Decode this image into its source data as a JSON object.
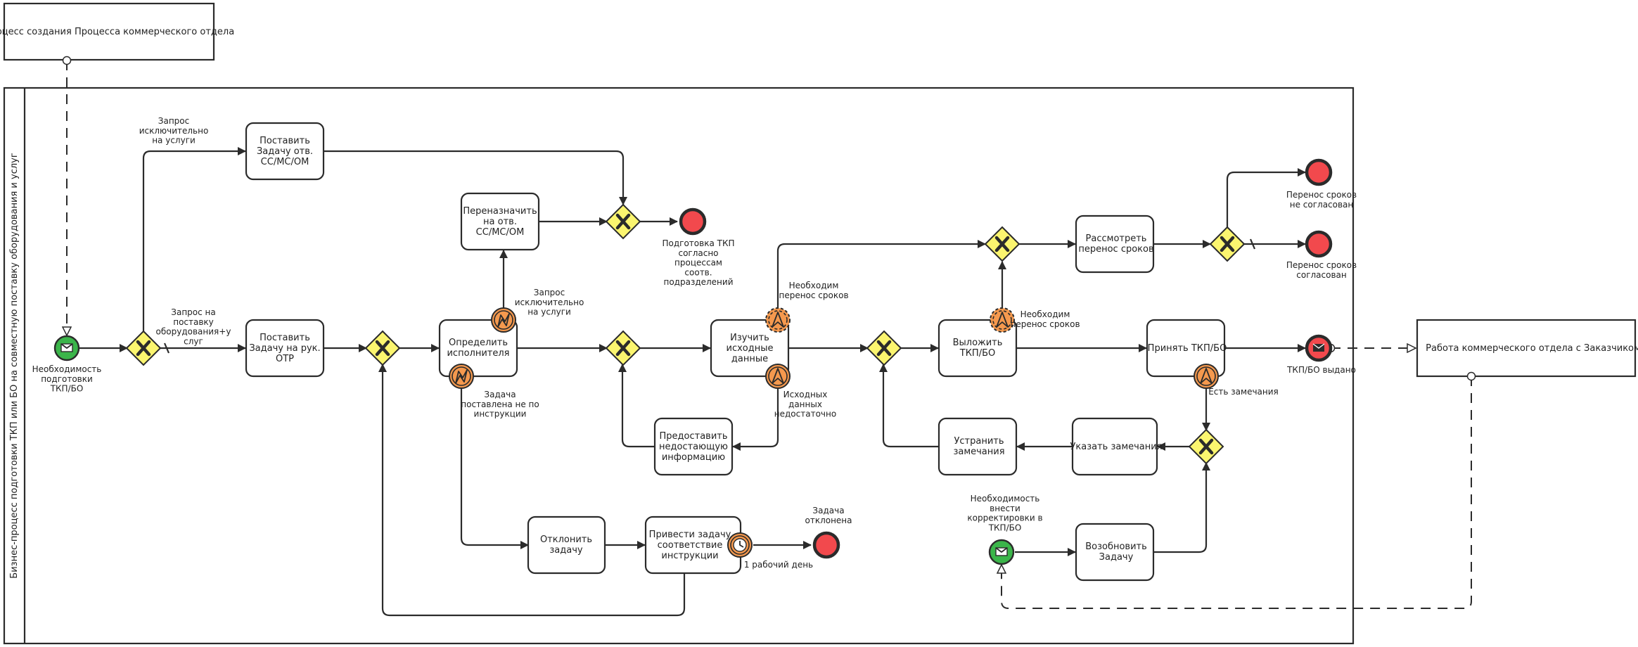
{
  "pools": {
    "top": "Процесс создания Процесса коммерческого отдела",
    "right": "Работа коммерческого отдела с Заказчиком",
    "main_lane": "Бизнес-процесс подготовки ТКП или БО на совместную поставку оборудования и услуг"
  },
  "tasks": [
    "Поставить\nЗадачу отв.\nСС/МС/ОМ",
    "Поставить\nЗадачу на рук.\nОТР",
    "Переназначить\nна отв.\nСС/МС/ОМ",
    "Определить\nисполнителя",
    "Изучить\nисходные\nданные",
    "Предоставить\nнедостающую\nинформацию",
    "Отклонить\nзадачу",
    "Привести задачу\nсоответствие\nинструкции",
    "Выложить\nТКП/БО",
    "Рассмотреть\nперенос сроков",
    "Принять ТКП/БО",
    "Устранить\nзамечания",
    "Указать замечания",
    "Возобновить\nЗадачу"
  ],
  "labels": {
    "start_need": "Необходимость\nподготовки\nТКП/БО",
    "flow_services_only": "Запрос\nисключительно\nна услуги",
    "flow_equipment_services": "Запрос на\nпоставку\nоборудования+у\nслуг",
    "end_prepared": "Подготовка ТКП\nсогласно\nпроцессам\nсоотв.\nподразделений",
    "esc_services_only": "Запрос\nисключительно\nна услуги",
    "esc_not_by_instruction": "Задача\nпоставлена не по\nинструкции",
    "esc_need_postpone_1": "Необходим\nперенос сроков",
    "esc_missing_data": "Исходных\nданных\nнедостаточно",
    "esc_need_postpone_2": "Необходим\nперенос сроков",
    "end_not_agreed": "Перенос сроков\nне согласован",
    "end_agreed": "Перенос сроков\nсогласован",
    "end_issued": "ТКП/БО выдано",
    "esc_remarks": "Есть замечания",
    "timer": "1 рабочий день",
    "end_rejected": "Задача\nотклонена",
    "start_corrections": "Необходимость\nвнести\nкорректировки в\nТКП/БО"
  },
  "icons": {
    "start": "envelope-icon",
    "end_message": "envelope-icon",
    "boundary_escalation": "escalation-arrow-icon",
    "boundary_error": "error-lightning-icon",
    "boundary_timer": "clock-icon",
    "gateway": "exclusive-x-icon"
  },
  "colors": {
    "gateway": "#fbf56f",
    "start": "#3bb54a",
    "end": "#f2494d",
    "boundary": "#f5994e"
  }
}
